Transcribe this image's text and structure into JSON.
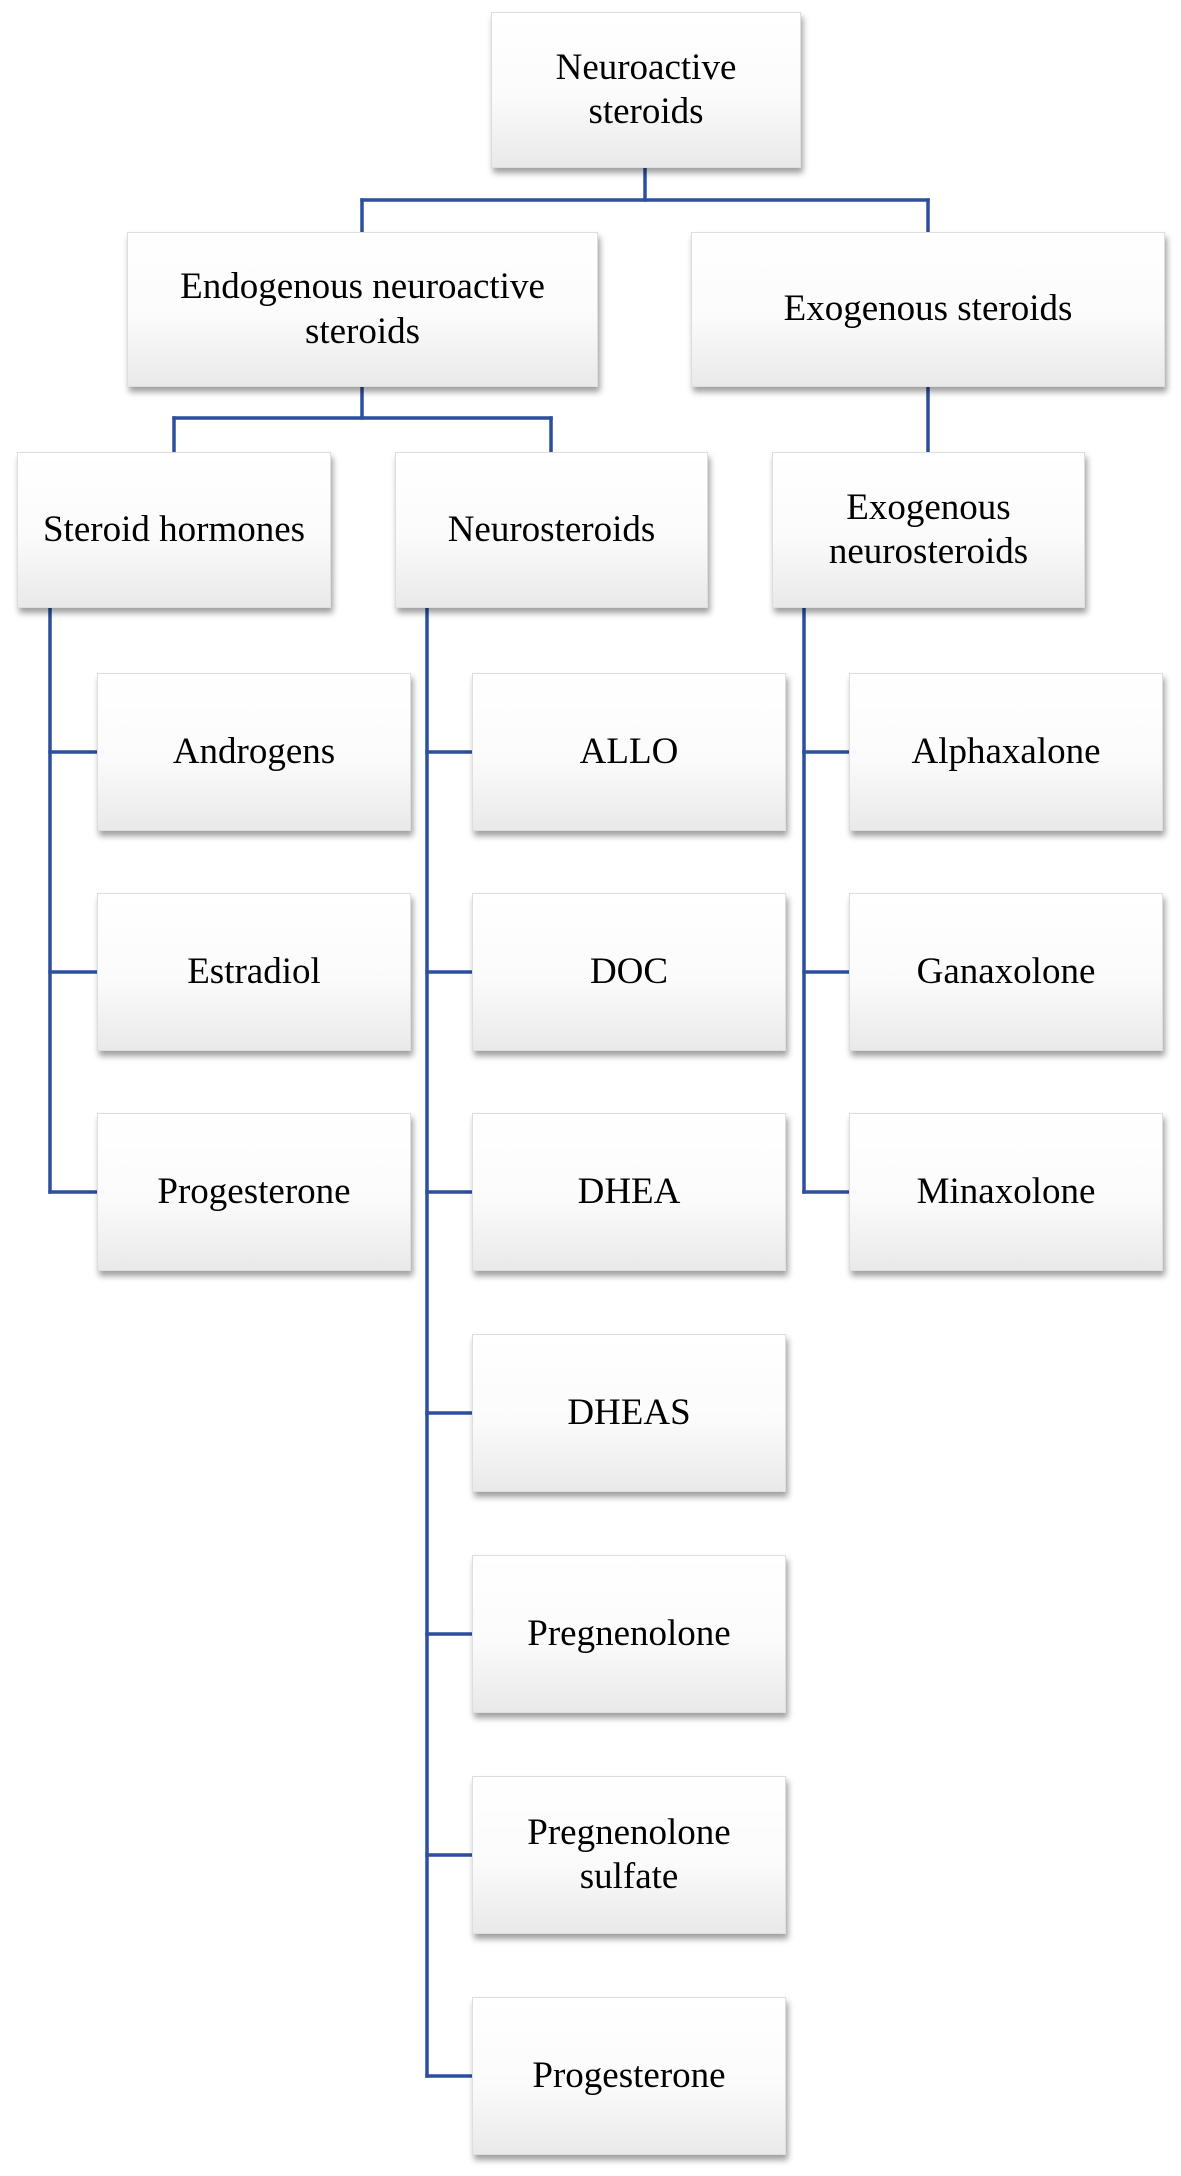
{
  "diagram": {
    "line_color": "#2c4f9e",
    "root": "Neuroactive steroids",
    "endogenous": "Endogenous neuroactive steroids",
    "exogenous": "Exogenous steroids",
    "steroid_hormones": {
      "label": "Steroid hormones",
      "items": [
        "Androgens",
        "Estradiol",
        "Progesterone"
      ]
    },
    "neurosteroids": {
      "label": "Neurosteroids",
      "items": [
        "ALLO",
        "DOC",
        "DHEA",
        "DHEAS",
        "Pregnenolone",
        "Pregnenolone sulfate",
        "Progesterone"
      ]
    },
    "exogenous_neurosteroids": {
      "label": "Exogenous neurosteroids",
      "items": [
        "Alphaxalone",
        "Ganaxolone",
        "Minaxolone"
      ]
    }
  }
}
